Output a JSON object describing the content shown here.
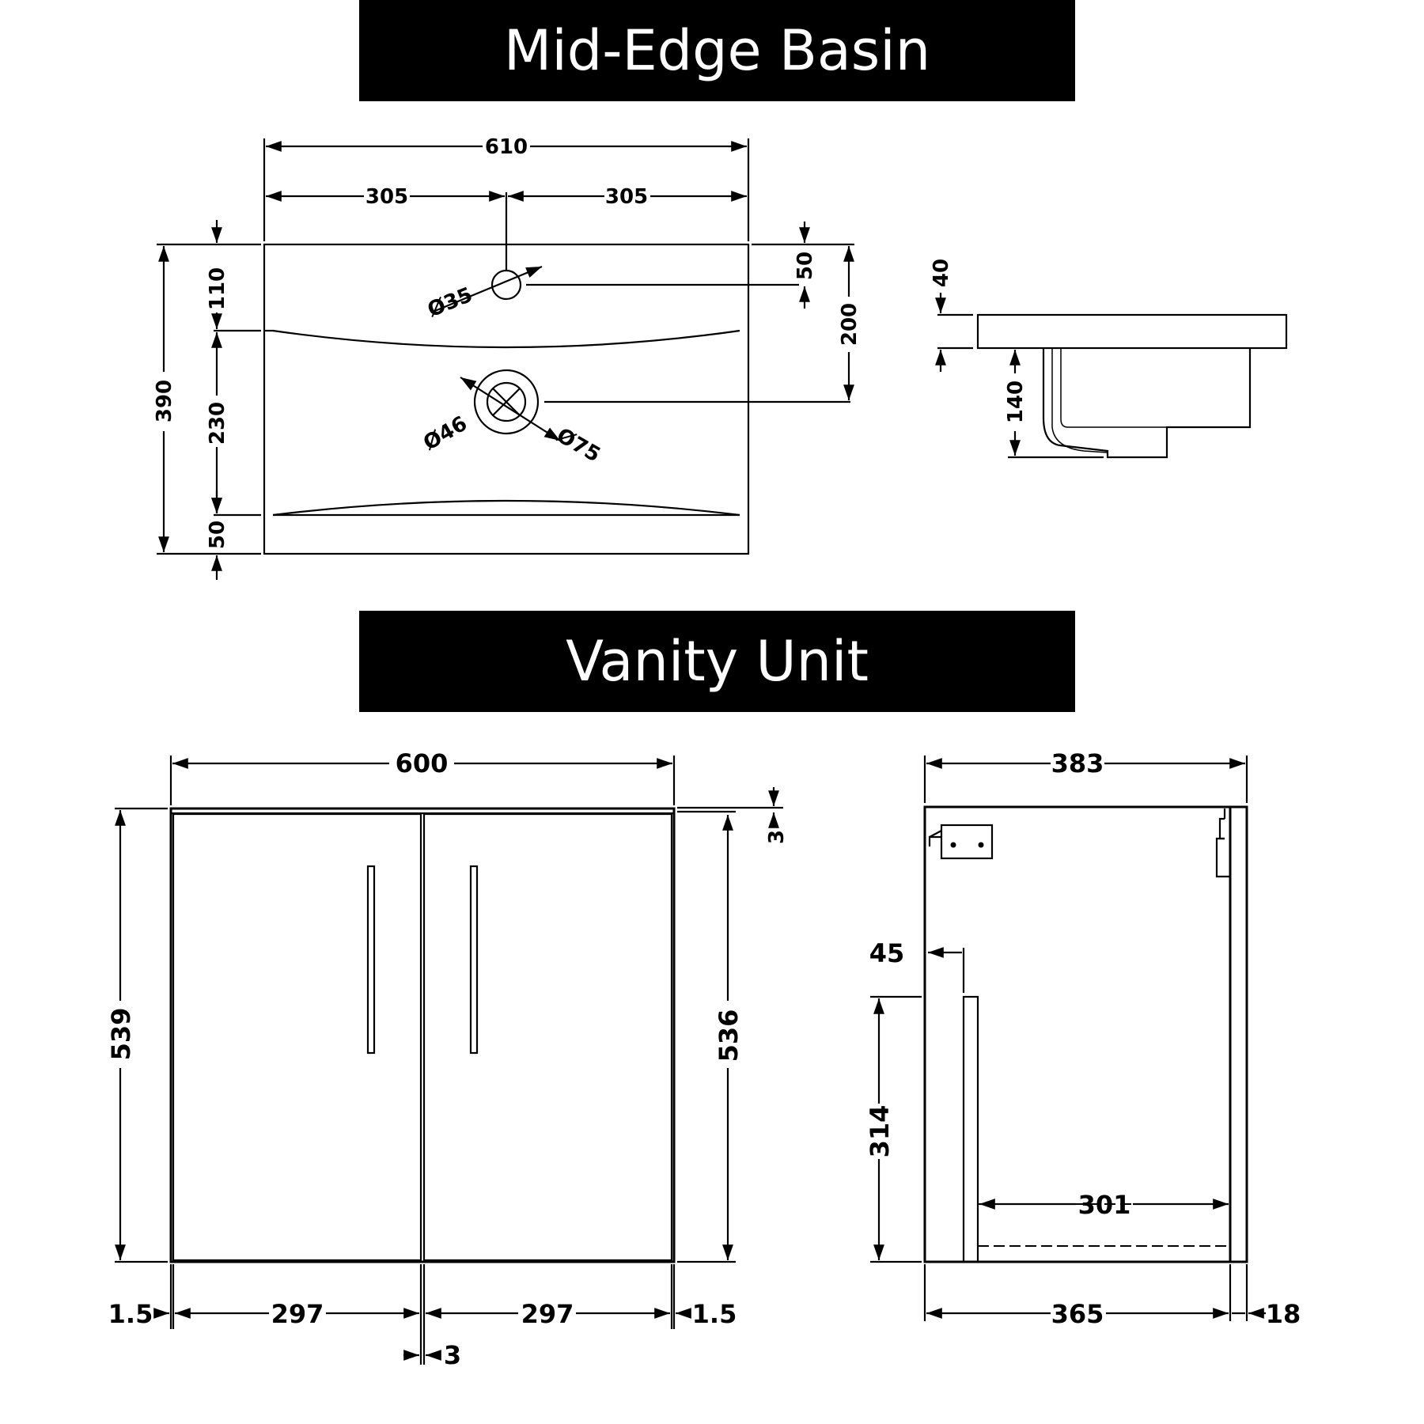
{
  "headings": {
    "basin": "Mid-Edge Basin",
    "vanity": "Vanity Unit"
  },
  "basin_dims": {
    "width": "610",
    "half_left": "305",
    "half_right": "305",
    "depth": "390",
    "top_to_rim": "110",
    "rim_span": "230",
    "bottom_margin": "50",
    "right_top": "50",
    "right_waste": "200",
    "tap_hole": "Ø35",
    "waste_inner": "Ø46",
    "waste_outer": "Ø75",
    "side_thickness": "40",
    "side_bowl_depth": "140"
  },
  "vanity_dims": {
    "width": "600",
    "height_overall": "539",
    "height_doors": "536",
    "top_gap": "3",
    "edge_left": "1.5",
    "door_left": "297",
    "door_right": "297",
    "edge_right": "1.5",
    "center_gap": "3",
    "depth": "383",
    "inset": "45",
    "shelf_height": "314",
    "shelf_depth": "301",
    "carcass_depth": "365",
    "door_thickness": "18"
  }
}
